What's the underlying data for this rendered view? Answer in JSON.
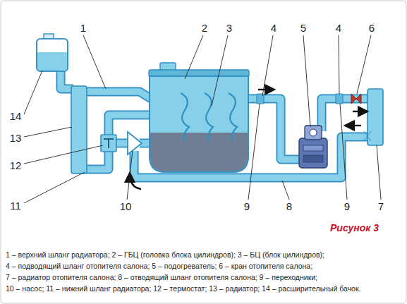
{
  "diagram": {
    "caption": "Рисунок 3",
    "labels": [
      "1",
      "2",
      "3",
      "4",
      "5",
      "4",
      "6",
      "14",
      "13",
      "12",
      "11",
      "10",
      "9",
      "8",
      "9",
      "7",
      "1 – верхний шланг радиатора; 2 – ГБЦ (головка блока цилиндров); 3 – БЦ (блок цилиндров);",
      "4 – подводящий шланг отопителя салона; 5 – подогреватель; 6 – кран отопителя салона;",
      "7 – радиатор отопителя салона; 8 – отводящий шланг отопителя салона; 9 – переходники;",
      "10 – насос; 11 – нижний шланг радиатора; 12 – термостат; 13 – радиатор; 14 – расширительный бачок."
    ]
  }
}
